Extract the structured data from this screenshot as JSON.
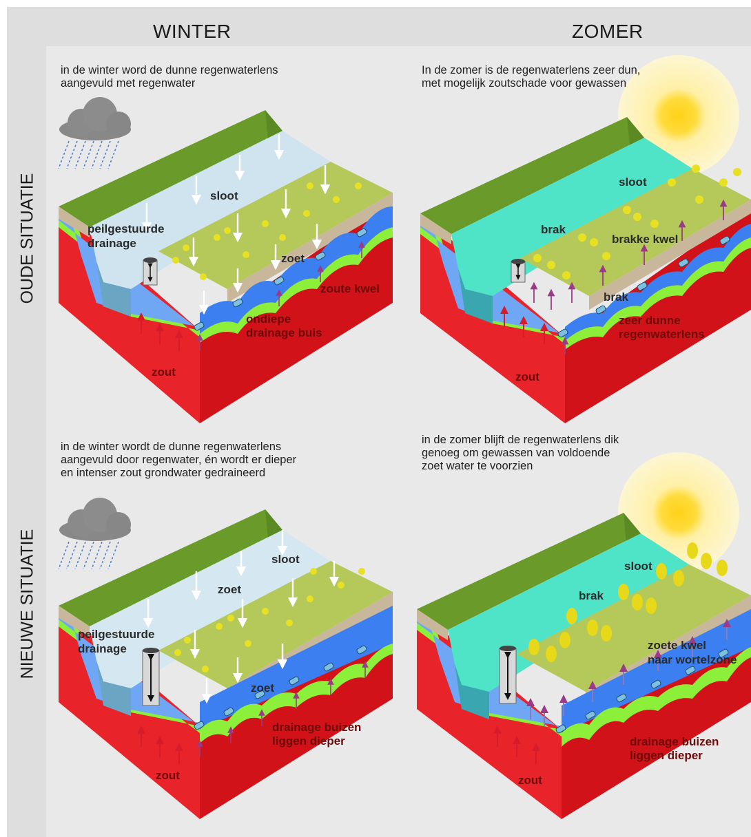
{
  "columns": {
    "winter": "WINTER",
    "zomer": "ZOMER"
  },
  "rows": {
    "old": "OUDE SITUATIE",
    "new": "NIEUWE SITUATIE"
  },
  "panels": {
    "old_winter": {
      "caption": [
        "in de winter word de dunne regenwaterlens",
        "aangevuld met regenwater"
      ],
      "labels": {
        "sloot": "sloot",
        "peilgestuurde": "peilgestuurde",
        "drainage": "drainage",
        "zoet": "zoet",
        "zoute_kwel": "zoute kwel",
        "ondiepe": "ondiepe",
        "drainage_buis": "drainage buis",
        "zout": "zout"
      }
    },
    "old_zomer": {
      "caption": [
        "In de zomer is de regenwaterlens zeer dun,",
        "met mogelijk zoutschade voor gewassen"
      ],
      "labels": {
        "sloot": "sloot",
        "brak": "brak",
        "brakke_kwel": "brakke kwel",
        "brak2": "brak",
        "zeer_dunne": "zeer dunne",
        "regenwaterlens": "regenwaterlens",
        "zout": "zout"
      }
    },
    "new_winter": {
      "caption": [
        "in de winter wordt de dunne regenwaterlens",
        "aangevuld door regenwater, én wordt er dieper",
        "en intenser zout grondwater gedraineerd"
      ],
      "labels": {
        "sloot": "sloot",
        "zoet_top": "zoet",
        "peilgestuurde": "peilgestuurde",
        "drainage": "drainage",
        "zoet": "zoet",
        "drainage_buizen": "drainage buizen",
        "liggen_dieper": "liggen dieper",
        "zout": "zout"
      }
    },
    "new_zomer": {
      "caption": [
        "in de zomer blijft de regenwaterlens dik",
        "genoeg om gewassen van voldoende",
        "zoet water te voorzien"
      ],
      "labels": {
        "sloot": "sloot",
        "brak": "brak",
        "zoete_kwel": "zoete kwel",
        "naar_wortelzone": "naar wortelzone",
        "drainage_buizen": "drainage buizen",
        "liggen_dieper": "liggen dieper",
        "zout": "zout"
      }
    }
  },
  "colors": {
    "salt": "#e8232a",
    "salt_dark": "#c8141c",
    "fresh": "#3c7ff0",
    "fresh_light": "#6fa7f5",
    "lens_green": "#8cf03a",
    "soil": "#c9b79c",
    "grass": "#7aab2e",
    "field": "#b4c95a",
    "ditch_winter": "#d5e8f2",
    "ditch_summer": "#4fe3c8",
    "sun_halo": "#fff4b8",
    "sun_core": "#ffd21a"
  }
}
